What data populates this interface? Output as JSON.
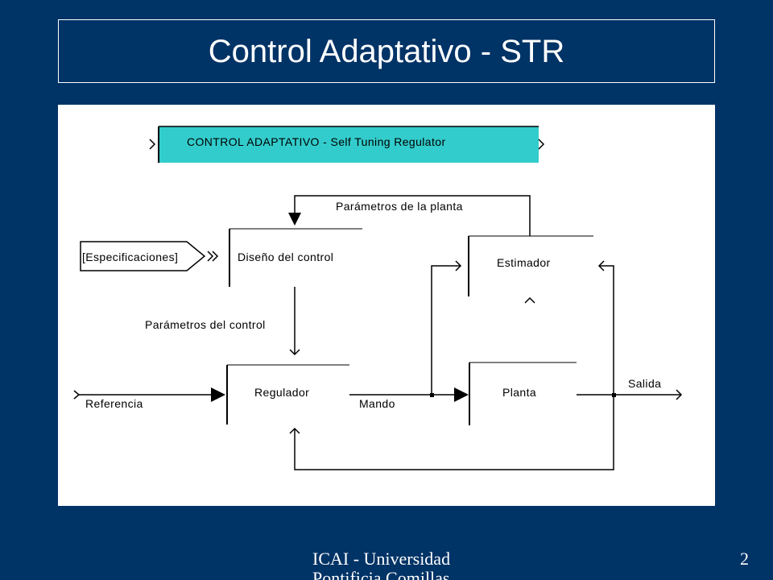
{
  "slide": {
    "title": "Control Adaptativo - STR",
    "footer": "ICAI - Universidad Pontificia Comillas",
    "page_number": "2"
  },
  "diagram": {
    "banner_title": "CONTROL ADAPTATIVO -   Self Tuning Regulator",
    "specifications_label": "[Especificaciones]",
    "design_block_label": "Diseño del control",
    "estimator_block_label": "Estimador",
    "regulator_block_label": "Regulador",
    "plant_block_label": "Planta",
    "plant_parameters_label": "Parámetros de la planta",
    "control_parameters_label": "Parámetros del control",
    "reference_label": "Referencia",
    "command_label": "Mando",
    "output_label": "Salida",
    "colors": {
      "background": "#003366",
      "banner": "#33CCCC",
      "panel": "#FFFFFF",
      "lines": "#000000"
    }
  }
}
